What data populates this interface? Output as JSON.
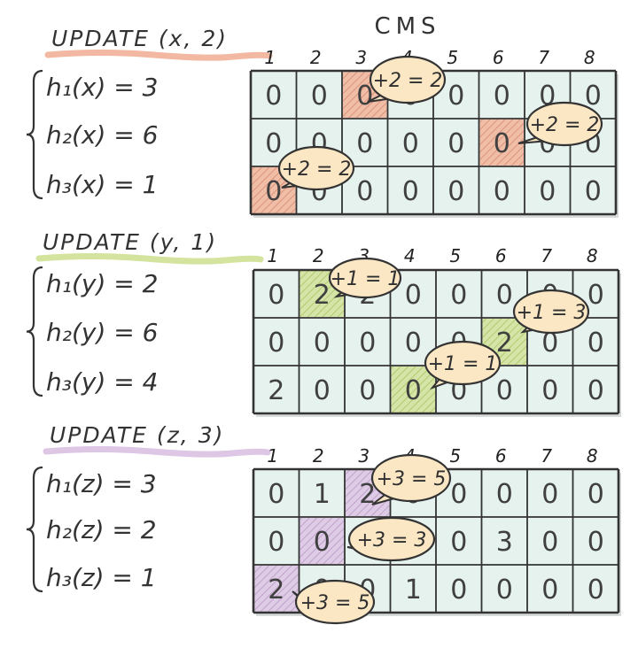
{
  "title": "CMS",
  "column_numbers": [
    "1",
    "2",
    "3",
    "4",
    "5",
    "6",
    "7",
    "8"
  ],
  "colors": {
    "orange": "#f0a68a",
    "green": "#c9dc86",
    "purple": "#d6b8de",
    "cell": "#e6f2ee",
    "bubble": "#fbe7c4",
    "grid": "#333333"
  },
  "panels": [
    {
      "update_label": "UPDATE (x, 2)",
      "highlight_color": "orange",
      "hashes": [
        "h₁(x) = 3",
        "h₂(x) = 6",
        "h₃(x) = 1"
      ],
      "hash_positions": [
        3,
        6,
        1
      ],
      "rows": [
        [
          "0",
          "0",
          "0",
          "0",
          "0",
          "0",
          "0",
          "0"
        ],
        [
          "0",
          "0",
          "0",
          "0",
          "0",
          "0",
          "0",
          "0"
        ],
        [
          "0",
          "0",
          "0",
          "0",
          "0",
          "0",
          "0",
          "0"
        ]
      ],
      "bubbles": [
        "+2 = 2",
        "+2 = 2",
        "+2 = 2"
      ]
    },
    {
      "update_label": "UPDATE (y, 1)",
      "highlight_color": "green",
      "hashes": [
        "h₁(y) = 2",
        "h₂(y) = 6",
        "h₃(y) = 4"
      ],
      "hash_positions": [
        2,
        6,
        4
      ],
      "rows": [
        [
          "0",
          "2",
          "2",
          "0",
          "0",
          "0",
          "0",
          "0"
        ],
        [
          "0",
          "0",
          "0",
          "0",
          "0",
          "2",
          "0",
          "0"
        ],
        [
          "2",
          "0",
          "0",
          "0",
          "0",
          "0",
          "0",
          "0"
        ]
      ],
      "bubbles": [
        "+1 = 1",
        "+1 = 3",
        "+1 = 1"
      ]
    },
    {
      "update_label": "UPDATE (z, 3)",
      "highlight_color": "purple",
      "hashes": [
        "h₁(z) = 3",
        "h₂(z) = 2",
        "h₃(z) = 1"
      ],
      "hash_positions": [
        3,
        2,
        1
      ],
      "rows": [
        [
          "0",
          "1",
          "2",
          "0",
          "0",
          "0",
          "0",
          "0"
        ],
        [
          "0",
          "0",
          "0",
          "0",
          "0",
          "3",
          "0",
          "0"
        ],
        [
          "2",
          "0",
          "0",
          "1",
          "0",
          "0",
          "0",
          "0"
        ]
      ],
      "bubbles": [
        "+3 = 5",
        "+3 = 3",
        "+3 = 5"
      ]
    }
  ]
}
